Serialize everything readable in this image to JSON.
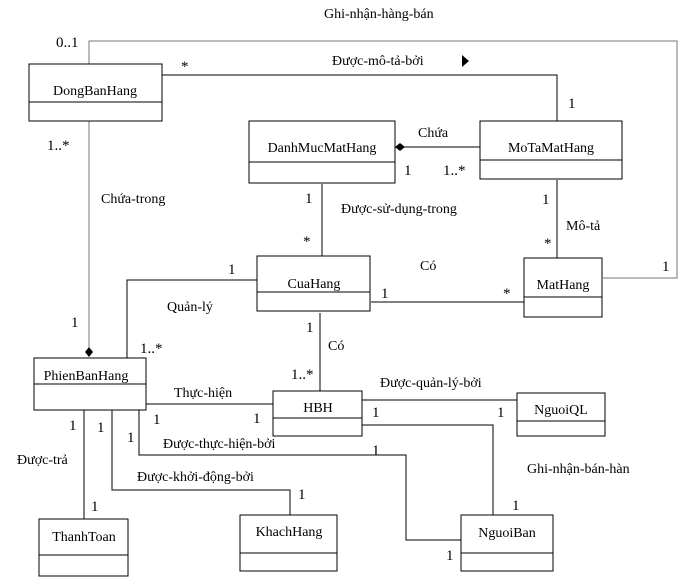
{
  "classes": {
    "dongbanhang": "DongBanHang",
    "danhmucmathang": "DanhMucMatHang",
    "motamathang": "MoTaMatHang",
    "cuahang": "CuaHang",
    "mathang": "MatHang",
    "phienbanhang": "PhienBanHang",
    "hbh": "HBH",
    "nguoiql": "NguoiQL",
    "thanhtoan": "ThanhToan",
    "khachhang": "KhachHang",
    "nguoiban": "NguoiBan"
  },
  "associations": {
    "ghi_nhan_hang_ban": {
      "label": "Ghi-nhận-hàng-bán",
      "m_dongbanhang": "0..1",
      "m_mathang": "1"
    },
    "duoc_mo_ta_boi": {
      "label": "Được-mô-tả-bởi",
      "direction_icon": "triangle-right",
      "m_dongbanhang": "*",
      "m_motamathang": "1"
    },
    "chua": {
      "label": "Chứa",
      "m_danhmuc": "1",
      "m_mota": "1..*"
    },
    "chua_trong": {
      "label": "Chứa-trong",
      "m_dongbanhang": "1..*",
      "m_phienbanhang": "1"
    },
    "duoc_su_dung_trong": {
      "label": "Được-sử-dụng-trong",
      "m_danhmuc": "1",
      "m_cuahang": "*"
    },
    "mo_ta": {
      "label": "Mô-tả",
      "m_mota": "1",
      "m_mathang": "*"
    },
    "co_mathang": {
      "label": "Có",
      "m_cuahang": "1",
      "m_mathang": "*"
    },
    "quan_ly": {
      "label": "Quản-lý",
      "m_cuahang": "1",
      "m_phienbanhang": "1..*"
    },
    "co_hbh": {
      "label": "Có",
      "m_cuahang": "1",
      "m_hbh": "1..*"
    },
    "thuc_hien": {
      "label": "Thực-hiện",
      "m_phienbanhang": "1",
      "m_hbh": "1"
    },
    "duoc_quan_ly_boi": {
      "label": "Được-quản-lý-bởi",
      "m_hbh": "1",
      "m_nguoiql": "1"
    },
    "ghi_nhan_ban_hang": {
      "label": "Ghi-nhận-bán-hàn",
      "m_nguoiban": "1"
    },
    "duoc_thuc_hien_boi": {
      "label": "Được-thực-hiện-bởi",
      "m_phienbanhang": "1",
      "m_nguoiban_top": "1",
      "m_nguoiban": "1"
    },
    "duoc_tra": {
      "label": "Được-trả",
      "m_phienbanhang": "1",
      "m_thanhtoan": "1"
    },
    "duoc_khoi_dong_boi": {
      "label": "Được-khởi-động-bởi",
      "m_phienbanhang": "1",
      "m_khachhang": "1"
    }
  }
}
